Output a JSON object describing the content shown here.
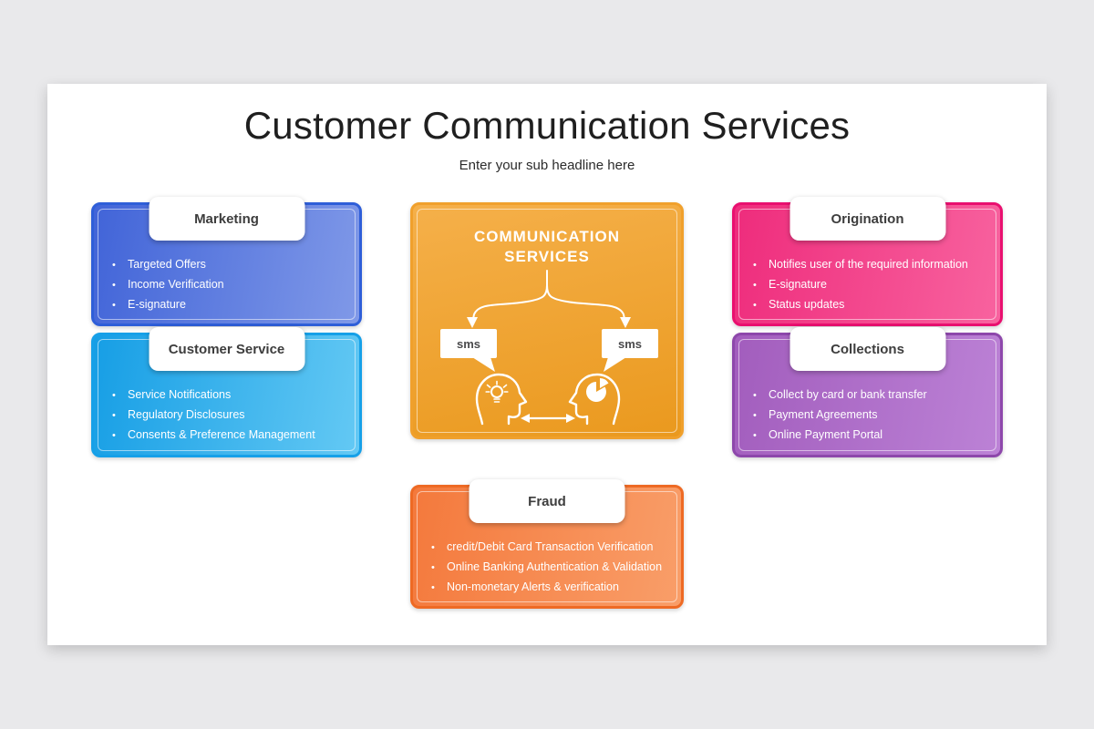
{
  "page": {
    "background_color": "#e9e9eb",
    "slide_color": "#ffffff"
  },
  "header": {
    "title": "Customer Communication Services",
    "subtitle": "Enter your sub headline here"
  },
  "center_hub": {
    "title_line1": "COMMUNICATION",
    "title_line2": "SERVICES",
    "sms_left": "sms",
    "sms_right": "sms",
    "colors": {
      "fill_top": "#f5b04a",
      "fill_bottom": "#ea991e",
      "border": "#f0a02c",
      "text": "#ffffff",
      "sms_text": "#4a4a4c"
    }
  },
  "boxes": [
    {
      "id": "marketing",
      "title": "Marketing",
      "items": [
        "Targeted Offers",
        "Income Verification",
        "E-signature"
      ],
      "colors": {
        "fill_from": "#4164d8",
        "fill_to": "#8099e8",
        "border": "#2e5ed8",
        "text": "#ffffff"
      }
    },
    {
      "id": "customer-service",
      "title": "Customer Service",
      "items": [
        "Service Notifications",
        "Regulatory Disclosures",
        "Consents & Preference Management"
      ],
      "colors": {
        "fill_from": "#169ee5",
        "fill_to": "#64c9f4",
        "border": "#16a0e8",
        "text": "#ffffff"
      }
    },
    {
      "id": "origination",
      "title": "Origination",
      "items": [
        "Notifies user of the required information",
        "E-signature",
        "Status updates"
      ],
      "colors": {
        "fill_from": "#ee2c7c",
        "fill_to": "#f8639f",
        "border": "#e90f6f",
        "text": "#ffffff"
      }
    },
    {
      "id": "collections",
      "title": "Collections",
      "items": [
        "Collect by card or bank transfer",
        "Payment Agreements",
        "Online Payment Portal"
      ],
      "colors": {
        "fill_from": "#a25dbd",
        "fill_to": "#bc82d6",
        "border": "#8d47ab",
        "text": "#ffffff"
      }
    },
    {
      "id": "fraud",
      "title": "Fraud",
      "items": [
        "credit/Debit Card Transaction Verification",
        "Online Banking Authentication & Validation",
        "Non-monetary Alerts & verification"
      ],
      "colors": {
        "fill_from": "#f4793c",
        "fill_to": "#f99e69",
        "border": "#ee6a24",
        "text": "#ffffff"
      }
    }
  ],
  "icons": {
    "branch_arrow": "branch-split-arrow",
    "sms_bubbles": "speech-bubbles",
    "left_head": "head-with-lightbulb",
    "right_head": "head-with-pie-chart",
    "exchange": "double-headed-arrow"
  }
}
